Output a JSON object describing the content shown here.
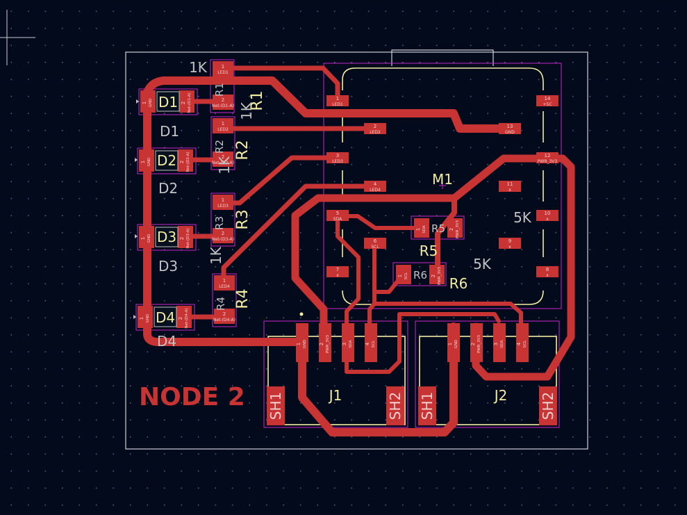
{
  "app": {
    "view": "PCB Editor - Board Layout"
  },
  "colors": {
    "background": "#020a1c",
    "copper": "#c83434",
    "silkscreen": "#f2eda1",
    "courtyard": "#c828c8",
    "edge_cuts": "#d0d2d8",
    "fab_text": "#c2c2c2",
    "pad_text": "#f6d0d0"
  },
  "board": {
    "title": "NODE 2"
  },
  "resistors_left": [
    {
      "ref": "R1",
      "value": "1K",
      "pad1": "1",
      "pad1_net": "LED1",
      "pad2": "2",
      "pad2_net": "Net-(D1-A)"
    },
    {
      "ref": "R2",
      "value": "1K",
      "pad1": "1",
      "pad1_net": "LED2",
      "pad2": "2",
      "pad2_net": "Net-(D2-A)"
    },
    {
      "ref": "R3",
      "value": "1K",
      "pad1": "1",
      "pad1_net": "LED3",
      "pad2": "2",
      "pad2_net": "Net-(D3-A)"
    },
    {
      "ref": "R4",
      "value": "1K",
      "pad1": "1",
      "pad1_net": "LED4",
      "pad2": "2",
      "pad2_net": "Net-(D4-A)"
    }
  ],
  "leds": [
    {
      "ref": "D1",
      "pad1": "1",
      "pad1_net": "GND",
      "pad2": "2",
      "pad2_net": "Net-(D1-A)"
    },
    {
      "ref": "D2",
      "pad1": "1",
      "pad1_net": "GND",
      "pad2": "2",
      "pad2_net": "Net-(D2-A)"
    },
    {
      "ref": "D3",
      "pad1": "1",
      "pad1_net": "GND",
      "pad2": "2",
      "pad2_net": "Net-(D3-A)"
    },
    {
      "ref": "D4",
      "pad1": "1",
      "pad1_net": "GND",
      "pad2": "2",
      "pad2_net": "Net-(D4-A)"
    }
  ],
  "module": {
    "ref": "M1",
    "pads": [
      {
        "num": "1",
        "net": "LED1"
      },
      {
        "num": "2",
        "net": "LED2"
      },
      {
        "num": "3",
        "net": "LED3"
      },
      {
        "num": "4",
        "net": "LED4"
      },
      {
        "num": "5",
        "net": "SDA"
      },
      {
        "num": "6",
        "net": "SCL"
      },
      {
        "num": "7",
        "net": "x"
      },
      {
        "num": "8",
        "net": "x"
      },
      {
        "num": "9",
        "net": "x"
      },
      {
        "num": "10",
        "net": "x"
      },
      {
        "num": "11",
        "net": "x"
      },
      {
        "num": "12",
        "net": "PWR_3V3"
      },
      {
        "num": "13",
        "net": "GND"
      },
      {
        "num": "14",
        "net": "+5C"
      }
    ]
  },
  "pullups": [
    {
      "ref": "R5",
      "value": "5K",
      "pad1": "1",
      "pad1_net": "SDA",
      "pad2": "2",
      "pad2_net": "PWR_3V3"
    },
    {
      "ref": "R6",
      "value": "5K",
      "pad1": "1",
      "pad1_net": "SCL",
      "pad2": "2",
      "pad2_net": "PWR_3V3"
    }
  ],
  "connectors": [
    {
      "ref": "J1",
      "pins": [
        {
          "num": "1",
          "net": "GND"
        },
        {
          "num": "2",
          "net": "PWR_3V3"
        },
        {
          "num": "3",
          "net": "SDA"
        },
        {
          "num": "4",
          "net": "SCL"
        }
      ],
      "sh1": "SH1",
      "sh2": "SH2"
    },
    {
      "ref": "J2",
      "pins": [
        {
          "num": "1",
          "net": "GND"
        },
        {
          "num": "2",
          "net": "PWR_3V3"
        },
        {
          "num": "3",
          "net": "SDA"
        },
        {
          "num": "4",
          "net": "SCL"
        }
      ],
      "sh1": "SH1",
      "sh2": "SH2"
    }
  ]
}
